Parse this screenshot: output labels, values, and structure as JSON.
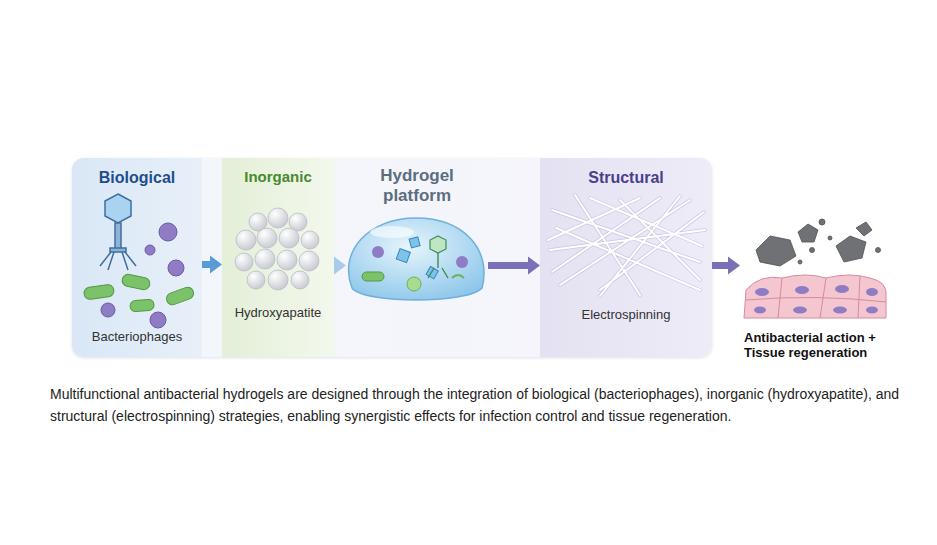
{
  "diagram": {
    "caption": "Multifunctional antibacterial hydrogels are designed through the integration of biological (bacteriophages), inorganic (hydroxyapatite), and structural (electrospinning) strategies, enabling synergistic effects for infection control and tissue regeneration.",
    "nodes": [
      {
        "text": [
          "Biological",
          "Bacteriophages"
        ]
      },
      {
        "text": [
          "Inorganic",
          "Hydroxyapatite"
        ]
      },
      {
        "text": [
          "Hydrogel platform"
        ]
      },
      {
        "text": [
          "Structural",
          "Electrospinning"
        ]
      },
      {
        "text": [
          "Antibacterial action + Tissue regeneration"
        ]
      }
    ],
    "edges": [
      {
        "from": 0,
        "to": 1,
        "arrow": "to"
      },
      {
        "from": 1,
        "to": 2,
        "arrow": "to"
      },
      {
        "from": 2,
        "to": 3,
        "arrow": "to"
      },
      {
        "from": 3,
        "to": 4,
        "arrow": "to"
      }
    ]
  }
}
